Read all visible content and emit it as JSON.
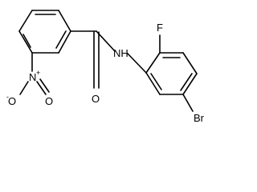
{
  "structure": {
    "atoms": {
      "amide_nh": "NH",
      "carbonyl_o": "O",
      "nitro_n": "N",
      "nitro_n_charge": "+",
      "nitro_o_charged": "O",
      "nitro_o_charge": "-",
      "nitro_o_double": "O",
      "fluorine": "F",
      "bromine": "Br"
    }
  }
}
